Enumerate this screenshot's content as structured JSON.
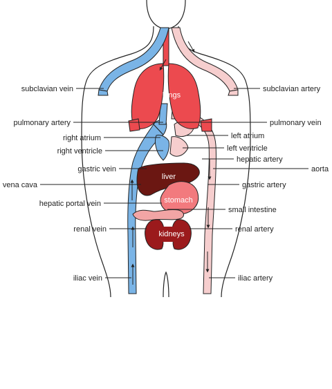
{
  "colors": {
    "vein": "#7ab4e6",
    "vein_light": "#b8d8f4",
    "artery": "#f6cece",
    "lung": "#ec4a4f",
    "liver": "#6b1712",
    "stomach": "#f27a7e",
    "intestine": "#f2a5a5",
    "kidney": "#9b1a1c",
    "outline": "#222222"
  },
  "organs": {
    "lungs": "lungs",
    "liver": "liver",
    "stomach": "stomach",
    "kidneys": "kidneys"
  },
  "labels": {
    "subclavian_vein": "subclavian vein",
    "subclavian_artery": "subclavian artery",
    "pulmonary_artery": "pulmonary artery",
    "pulmonary_vein": "pulmonary vein",
    "right_atrium": "right atrium",
    "left_atrium": "left atrium",
    "right_ventricle": "right ventricle",
    "left_ventricle": "left ventricle",
    "hepatic_artery": "hepatic artery",
    "gastric_vein": "gastric vein",
    "aorta": "aorta",
    "vena_cava": "vena cava",
    "gastric_artery": "gastric artery",
    "hepatic_portal_vein": "hepatic portal vein",
    "small_intestine": "small intestine",
    "renal_vein": "renal vein",
    "renal_artery": "renal artery",
    "iliac_vein": "iliac vein",
    "iliac_artery": "iliac artery"
  }
}
